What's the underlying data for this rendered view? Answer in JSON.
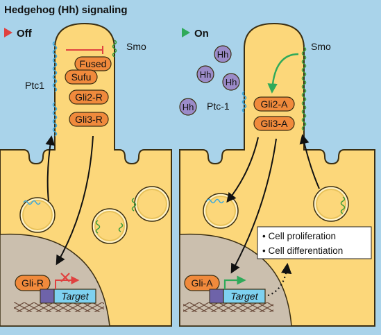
{
  "title": "Hedgehog (Hh) signaling",
  "colors": {
    "background": "#a9d3ea",
    "cell": "#fcd77a",
    "cell_outline": "#3a2e12",
    "pill": "#f08a3c",
    "nucleus": "#cbbfae",
    "receptor_ptc": "#3aa9de",
    "receptor_smo": "#3a9c3a",
    "hh_ligand": "#9b8bc9",
    "target_box": "#7ed1f0",
    "promoter_box": "#6e63a9",
    "off_marker": "#e0413f",
    "on_marker": "#2faa5a"
  },
  "panel_off": {
    "state_label": "Off",
    "smo_label": "Smo",
    "ptc_label": "Ptc1",
    "proteins": [
      "Fused",
      "Sufu",
      "Gli2-R",
      "Gli3-R"
    ],
    "nuclear_factor": "Gli-R",
    "gene_label": "Target"
  },
  "panel_on": {
    "state_label": "On",
    "smo_label": "Smo",
    "ptc_label": "Ptc-1",
    "hh_label": "Hh",
    "proteins": [
      "Gli2-A",
      "Gli3-A"
    ],
    "nuclear_factor": "Gli-A",
    "gene_label": "Target",
    "outcomes": [
      "Cell proliferation",
      "Cell differentiation"
    ]
  }
}
